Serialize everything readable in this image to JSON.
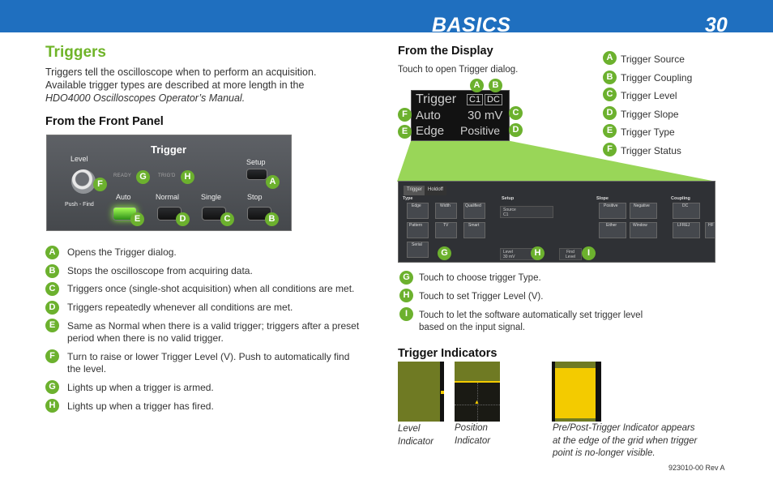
{
  "header": {
    "title": "BASICS",
    "page_number": "30"
  },
  "section": {
    "title": "Triggers",
    "intro_line1": "Triggers tell the oscilloscope when to perform an acquisition.",
    "intro_line2": "Available trigger types are described at more length in the",
    "manual": "HDO4000 Oscilloscopes Operator’s Manual."
  },
  "front_panel": {
    "heading": "From the Front Panel",
    "title": "Trigger",
    "level_label": "Level",
    "push_find_label": "Push - Find",
    "setup_label": "Setup",
    "ready_label": "READY",
    "trigd_label": "TRIG'D",
    "buttons": [
      "Auto",
      "Normal",
      "Single",
      "Stop"
    ],
    "badges": {
      "a": "A",
      "b": "B",
      "c": "C",
      "d": "D",
      "e": "E",
      "f": "F",
      "g": "G",
      "h": "H"
    }
  },
  "front_panel_descriptions": [
    {
      "badge": "A",
      "text": "Opens the Trigger dialog."
    },
    {
      "badge": "B",
      "text": "Stops the oscilloscope from acquiring data."
    },
    {
      "badge": "C",
      "text": "Triggers once (single-shot acquisition) when all conditions are met."
    },
    {
      "badge": "D",
      "text": "Triggers repeatedly whenever all conditions are met."
    },
    {
      "badge": "E",
      "text_line1": "Same as Normal when there is a valid trigger; triggers after a preset",
      "text_line2": "period when there is no valid trigger."
    },
    {
      "badge": "F",
      "text_line1": "Turn to raise or lower Trigger Level (V). Push to automatically find",
      "text_line2": "the level."
    },
    {
      "badge": "G",
      "text": "Lights up when a trigger is armed."
    },
    {
      "badge": "H",
      "text": "Lights up when a trigger has fired."
    }
  ],
  "display": {
    "heading": "From the Display",
    "touch_note": "Touch to open Trigger dialog.",
    "dialog": {
      "trigger": "Trigger",
      "source": "C1",
      "coupling": "DC",
      "mode": "Auto",
      "level": "30 mV",
      "type": "Edge",
      "slope": "Positive"
    },
    "legend": [
      {
        "badge": "A",
        "label": "Trigger Source"
      },
      {
        "badge": "B",
        "label": "Trigger Coupling"
      },
      {
        "badge": "C",
        "label": "Trigger Level"
      },
      {
        "badge": "D",
        "label": "Trigger Slope"
      },
      {
        "badge": "E",
        "label": "Trigger Type"
      },
      {
        "badge": "F",
        "label": "Trigger Status"
      }
    ],
    "screen": {
      "tabs": [
        "Trigger",
        "Holdoff"
      ],
      "groups": [
        "Type",
        "Setup",
        "Slope",
        "Coupling"
      ],
      "types": [
        "Edge",
        "Width",
        "Qualified",
        "Pattern",
        "TV",
        "Smart",
        "Serial"
      ],
      "source_label": "Source",
      "source_value": "C1",
      "level_label": "Level",
      "level_value": "30 mV",
      "find_level": "Find\nLevel",
      "slopes": [
        "Positive",
        "Negative",
        "Either",
        "Window"
      ],
      "couplings": [
        "DC",
        "LFREJ",
        "HF"
      ]
    },
    "notes": [
      {
        "badge": "G",
        "text": "Touch to choose trigger Type."
      },
      {
        "badge": "H",
        "text": "Touch to set Trigger Level (V)."
      },
      {
        "badge": "I",
        "text_line1": "Touch to let the software automatically set trigger level",
        "text_line2": "based on the input signal."
      }
    ]
  },
  "indicators": {
    "heading": "Trigger Indicators",
    "level_caption_1": "Level",
    "level_caption_2": "Indicator",
    "position_caption_1": "Position",
    "position_caption_2": "Indicator",
    "prepost_caption_1": "Pre/Post-Trigger Indicator appears",
    "prepost_caption_2": "at the edge of the grid when trigger",
    "prepost_caption_3": "point is no-longer visible."
  },
  "footer": {
    "rev": "923010-00 Rev A"
  },
  "colors": {
    "header_blue": "#1f6fbf",
    "accent_green": "#6cb12e",
    "title_green": "#6fb428",
    "indicator_olive": "#6f7a23",
    "indicator_yellow": "#f3cb00"
  }
}
